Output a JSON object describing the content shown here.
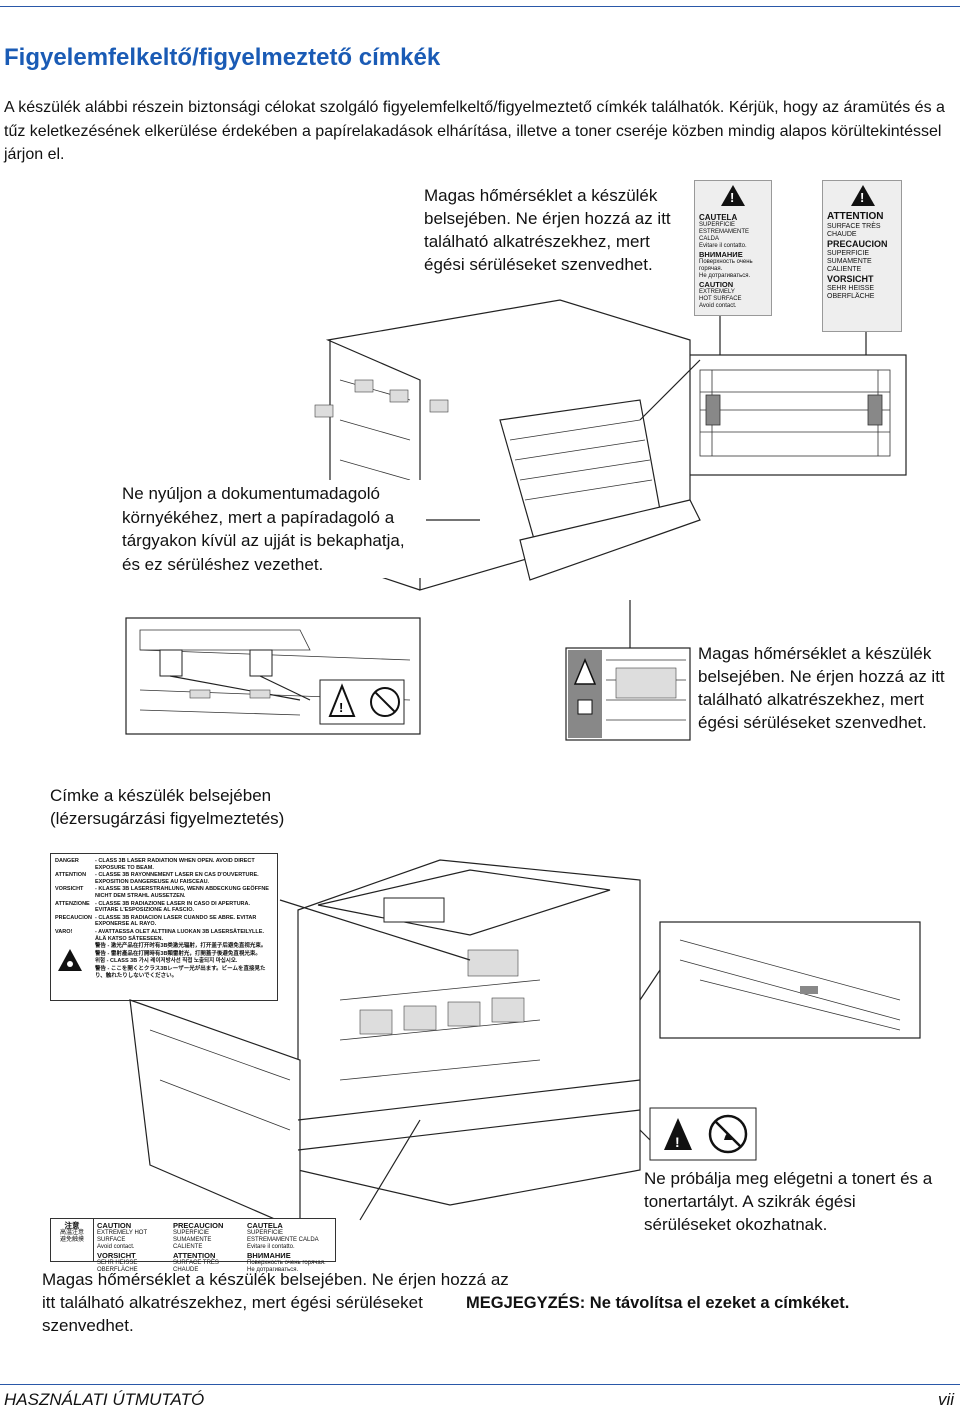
{
  "page": {
    "title": "Figyelemfelkeltő/figyelmeztető címkék",
    "intro": "A készülék alábbi részein biztonsági célokat szolgáló figyelemfelkeltő/figyelmeztető címkék találhatók. Kérjük, hogy az áramütés és a tűz keletkezésének elkerülése érdekében a papírelakadások elhárítása, illetve a toner cseréje közben mindig alapos körültekintéssel járjon el.",
    "footer_left": "HASZNÁLATI ÚTMUTATÓ",
    "footer_right": "vii"
  },
  "callouts": {
    "top_heat": "Magas hőmérséklet a készülék belsejében. Ne érjen hozzá az itt található alkatrészekhez, mert égési sérüléseket szenvedhet.",
    "feeder": "Ne nyúljon a dokumentumadagoló környékéhez, mert a papíradagoló a tárgyakon kívül az ujját is bekaphatja, és ez sérüléshez vezethet.",
    "mid_heat": "Magas hőmérséklet a készülék belsejében. Ne érjen hozzá az itt található alkatrészekhez, mert égési sérüléseket szenvedhet.",
    "laser": "Címke a készülék belsejében (lézersugárzási figyelmeztetés)",
    "toner": "Ne próbálja meg elégetni a tonert és a tonertartályt. A szikrák égési sérüléseket okozhatnak.",
    "bottom_heat": "Magas hőmérséklet a készülék belsejében. Ne érjen hozzá az itt található alkatrészekhez, mert égési sérüléseket szenvedhet.",
    "note_label": "MEGJEGYZÉS:",
    "note_text": " Ne távolítsa el ezeket a címkéket."
  },
  "label_left": {
    "l1": "CAUTELA",
    "l2": "SUPERFICIE",
    "l3": "ESTREMAMENTE CALDA",
    "l4": "Evitare il contatto.",
    "l5": "ВНИМАНИЕ",
    "l6": "Поверхность очень",
    "l7": "горячая.",
    "l8": "Не дотрагиваться.",
    "l9": "CAUTION",
    "l10": "EXTREMELY",
    "l11": "HOT SURFACE",
    "l12": "Avoid contact."
  },
  "label_right": {
    "l1": "ATTENTION",
    "l2": "SURFACE TRÈS",
    "l3": "CHAUDE",
    "l4": "PRECAUCION",
    "l5": "SUPERFICIE",
    "l6": "SUMAMENTE",
    "l7": "CALIENTE",
    "l8": "VORSICHT",
    "l9": "SEHR HEISSE",
    "l10": "OBERFLÄCHE"
  },
  "laser_label": {
    "rows": [
      {
        "k": "DANGER",
        "v": "- CLASS 3B LASER RADIATION WHEN OPEN. AVOID DIRECT EXPOSURE TO BEAM."
      },
      {
        "k": "ATTENTION",
        "v": "- CLASSE 3B RAYONNEMENT LASER EN CAS D'OUVERTURE. EXPOSITION DANGEREUSE AU FAISCEAU."
      },
      {
        "k": "VORSICHT",
        "v": "- KLASSE 3B LASERSTRAHLUNG, WENN ABDECKUNG GEÖFFNE NICHT DEM STRAHL AUSSETZEN."
      },
      {
        "k": "ATTENZIONE",
        "v": "- CLASSE 3B RADIAZIONE LASER IN CASO DI APERTURA. EVITARE L'ESPOSIZIONE AL FASCIO."
      },
      {
        "k": "PRECAUCION",
        "v": "- CLASSE 3B RADIACION LASER CUANDO SE ABRE. EVITAR EXPONERSE AL RAYO."
      },
      {
        "k": "VARO!",
        "v": "- AVATTAESSA OLET ALTTIINA LUOKAN 3B LASERSÄTEILYLLE. ÄLÄ KATSO SÄTEESEEN."
      },
      {
        "k": "",
        "v": "警告 - 激光产品在打开时有3B类激光辐射，打开盖子后避免直视光束。"
      },
      {
        "k": "",
        "v": "警告 - 雷射產品在打開時有3B類雷射光，打開蓋子後避免直視光束。"
      },
      {
        "k": "",
        "v": "위험 - CLASS 3B 가시 레이저방사선 직접 노출되지 마십시오."
      },
      {
        "k": "",
        "v": "警告 - ここを開くとクラス3Bレーザー光が出ます。ビームを直接見たり、触れたりしないでください。"
      }
    ]
  },
  "bottom_label": {
    "c1a": "注意",
    "c1b": "高温注意",
    "c1c": "避免触摸",
    "c2a": "CAUTION",
    "c2b": "EXTREMELY HOT SURFACE",
    "c2c": "Avoid contact.",
    "c2d": "VORSICHT",
    "c2e": "SEHR HEISSE OBERFLÄCHE",
    "c3a": "PRECAUCION",
    "c3b": "SUPERFICIE SUMAMENTE",
    "c3c": "CALIENTE",
    "c3d": "ATTENTION",
    "c3e": "SURFACE TRÈS CHAUDE",
    "c4a": "CAUTELA",
    "c4b": "SUPERFICIE ESTREMAMENTE CALDA",
    "c4c": "Evitare il contatto.",
    "c4d": "ВНИМАНИЕ",
    "c4e": "Поверхность очень горячая.",
    "c4f": "Не дотрагиваться."
  }
}
